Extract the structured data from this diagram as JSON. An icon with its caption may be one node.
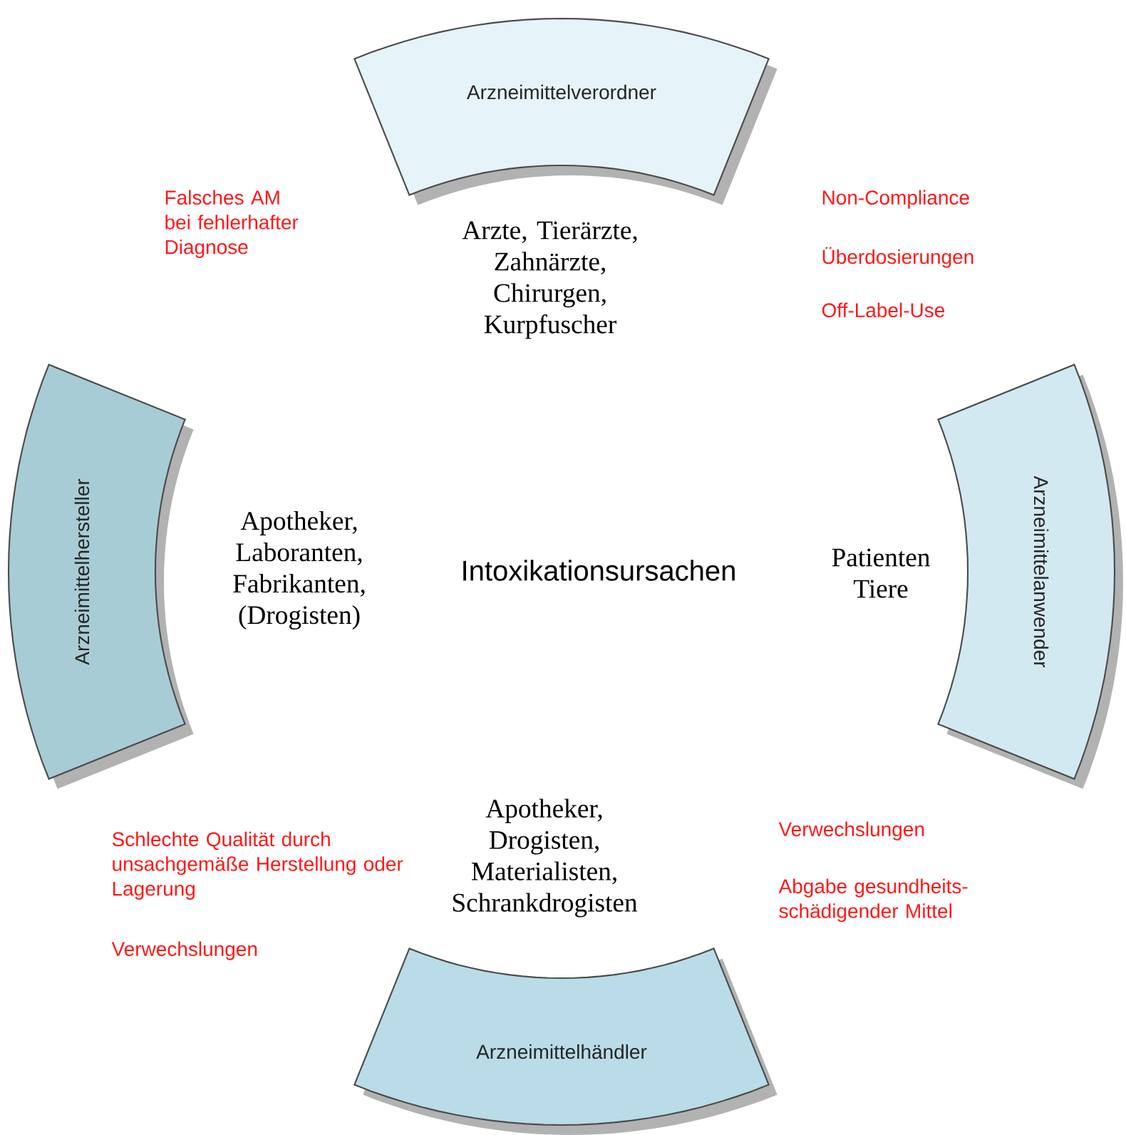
{
  "diagram": {
    "nodes": [
      {
        "text": [
          "Arzneimittelverordner"
        ],
        "beside": [
          "Arzte, Tierärzte, Zahnärzte, Chirurgen, Kurpfuscher"
        ]
      },
      {
        "text": [
          "Arzneimittelanwender"
        ],
        "beside": [
          "Patienten Tiere"
        ]
      },
      {
        "text": [
          "Arzneimittelhändler"
        ],
        "beside": [
          "Apotheker, Drogisten, Materialisten, Schrankdrogisten"
        ]
      },
      {
        "text": [
          "Arzneimittelhersteller"
        ],
        "beside": [
          "Apotheker, Laboranten, Fabrikanten, (Drogisten)"
        ]
      }
    ],
    "labels": [
      "Falsches AM bei fehlerhafter Diagnose",
      "Non-Compliance",
      "Überdosierungen",
      "Off-Label-Use",
      "Intoxikationsursachen",
      "Schlechte Qualität durch unsachgemäße Herstellung oder Lagerung",
      "Verwechslungen",
      "Verwechslungen",
      "Abgabe gesundheits-schädigender Mittel"
    ]
  }
}
